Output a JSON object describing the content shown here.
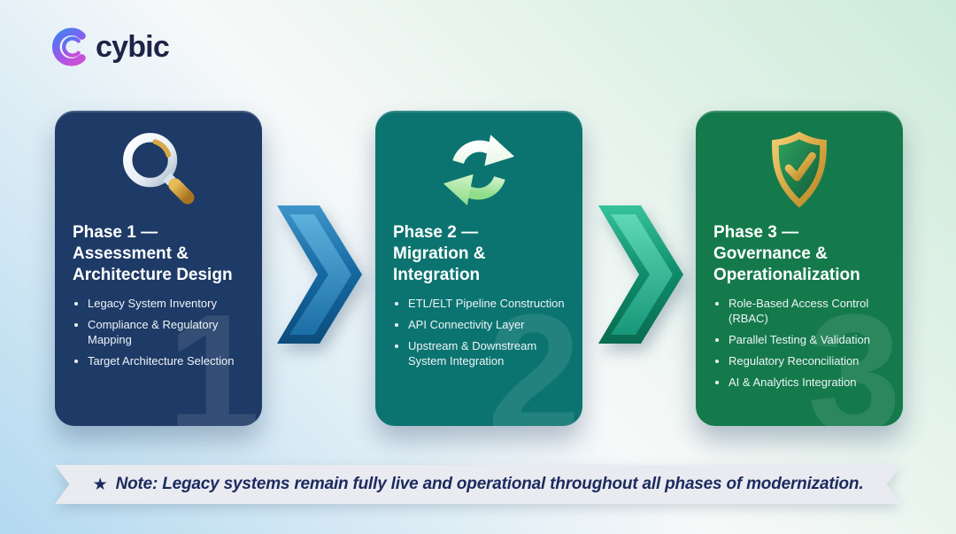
{
  "brand": {
    "name": "cybic"
  },
  "phases": [
    {
      "number": "1",
      "icon": "magnifier-icon",
      "card_color": "#1e3a66",
      "title": "Phase 1 —\nAssessment &\nArchitecture Design",
      "bullets": [
        "Legacy System Inventory",
        "Compliance & Regulatory Mapping",
        "Target Architecture Selection"
      ]
    },
    {
      "number": "2",
      "icon": "sync-arrows-icon",
      "card_color": "#0c7470",
      "title": "Phase 2 —\nMigration &\nIntegration",
      "bullets": [
        "ETL/ELT Pipeline Construction",
        "API Connectivity Layer",
        "Upstream & Downstream System Integration"
      ]
    },
    {
      "number": "3",
      "icon": "shield-check-icon",
      "card_color": "#157a4b",
      "title": "Phase 3 —\nGovernance &\nOperationalization",
      "bullets": [
        "Role-Based Access Control (RBAC)",
        "Parallel Testing & Validation",
        "Regulatory Reconciliation",
        "AI & Analytics Integration"
      ]
    }
  ],
  "arrows": [
    {
      "color": "#1a6fa3",
      "direction": "right"
    },
    {
      "color": "#14a07e",
      "direction": "right"
    }
  ],
  "note": {
    "star": "★",
    "text": "Note: Legacy systems remain fully live and operational throughout all phases of modernization."
  },
  "colors": {
    "background_blue": "#b3d9f0",
    "background_green": "#cdebd9",
    "note_background": "#e9ebf1",
    "note_text": "#1d2a5e",
    "brand_text": "#1e2348"
  }
}
